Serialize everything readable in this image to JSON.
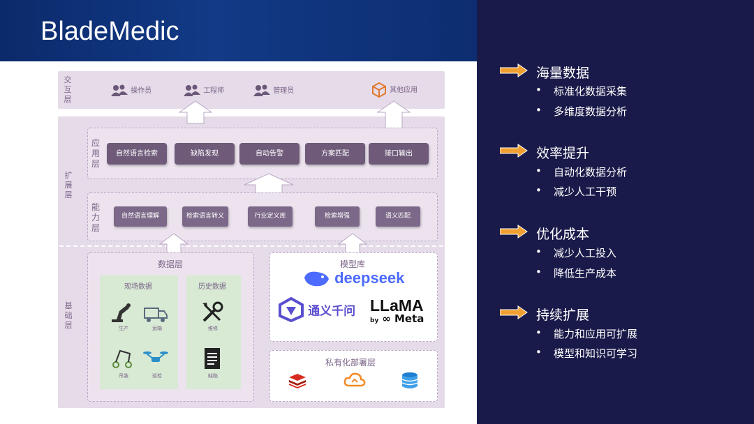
{
  "title": "BladeMedic",
  "diagram": {
    "interaction_layer": {
      "label": "交互层",
      "users": [
        "操作员",
        "工程师",
        "管理员",
        "其他应用"
      ]
    },
    "expansion_layer_label": "扩展层",
    "application_layer": {
      "label": "应用层",
      "items": [
        "自然语言检索",
        "缺陷发现",
        "自动告警",
        "方案匹配",
        "接口输出"
      ]
    },
    "capability_layer": {
      "label": "能力层",
      "items": [
        "自然语言理解",
        "检索语言转义",
        "行业定义库",
        "检索增强",
        "语义匹配"
      ]
    },
    "base_layer_label": "基础层",
    "data_layer": {
      "label": "数据层",
      "field_data": {
        "label": "现场数据",
        "items": [
          "生产",
          "运输",
          "吊装",
          "巡检"
        ]
      },
      "history_data": {
        "label": "历史数据",
        "items": [
          "维修",
          "缺陷"
        ]
      }
    },
    "model_library": {
      "label": "模型库",
      "models": [
        "deepseek",
        "通义千问",
        "LLaMA",
        "by",
        "Meta"
      ]
    },
    "private_deploy": {
      "label": "私有化部署层"
    }
  },
  "sections": [
    {
      "title": "海量数据",
      "items": [
        "标准化数据采集",
        "多维度数据分析"
      ]
    },
    {
      "title": "效率提升",
      "items": [
        "自动化数据分析",
        "减少人工干预"
      ]
    },
    {
      "title": "优化成本",
      "items": [
        "减少人工投入",
        "降低生产成本"
      ]
    },
    {
      "title": "持续扩展",
      "items": [
        "能力和应用可扩展",
        "模型和知识可学习"
      ]
    }
  ],
  "colors": {
    "accent": "#f0a030",
    "panel": "#1a1a4a",
    "layer": "#e6dbe9",
    "button": "#6f5a7a"
  }
}
